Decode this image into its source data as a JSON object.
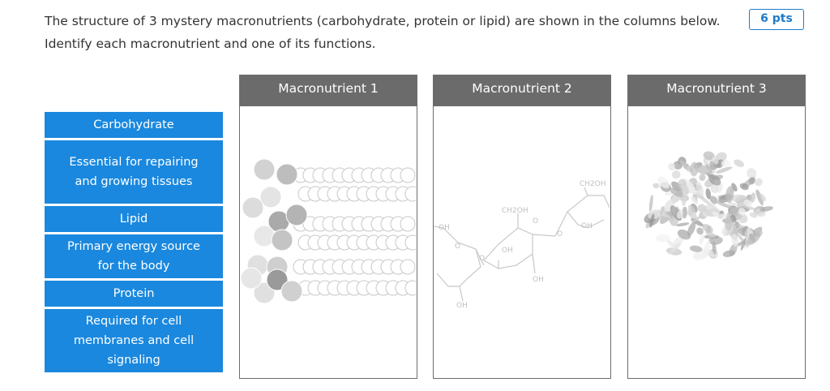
{
  "question": {
    "text": "The structure of 3 mystery macronutrients (carbohydrate, protein or lipid) are shown in the columns below. Identify each macronutrient and one of its functions.",
    "points": "6 pts"
  },
  "answer_bank": [
    "Carbohydrate",
    "Essential for repairing and growing tissues",
    "Lipid",
    "Primary energy source for the body",
    "Protein",
    "Required for cell membranes and cell signaling"
  ],
  "columns": [
    {
      "title": "Macronutrient 1",
      "image": "lipid-bilayer"
    },
    {
      "title": "Macronutrient 2",
      "image": "carbohydrate-structure"
    },
    {
      "title": "Macronutrient 3",
      "image": "protein-structure"
    }
  ],
  "chem_labels": {
    "ch2oh_left": "OH",
    "ch2oh_mid": "CH2OH",
    "ch2oh_right": "CH2OH",
    "o1": "O",
    "o2": "O",
    "o3": "O",
    "o4": "O",
    "oh1": "OH",
    "oh2": "OH",
    "oh3": "OH",
    "oh4": "OH"
  }
}
